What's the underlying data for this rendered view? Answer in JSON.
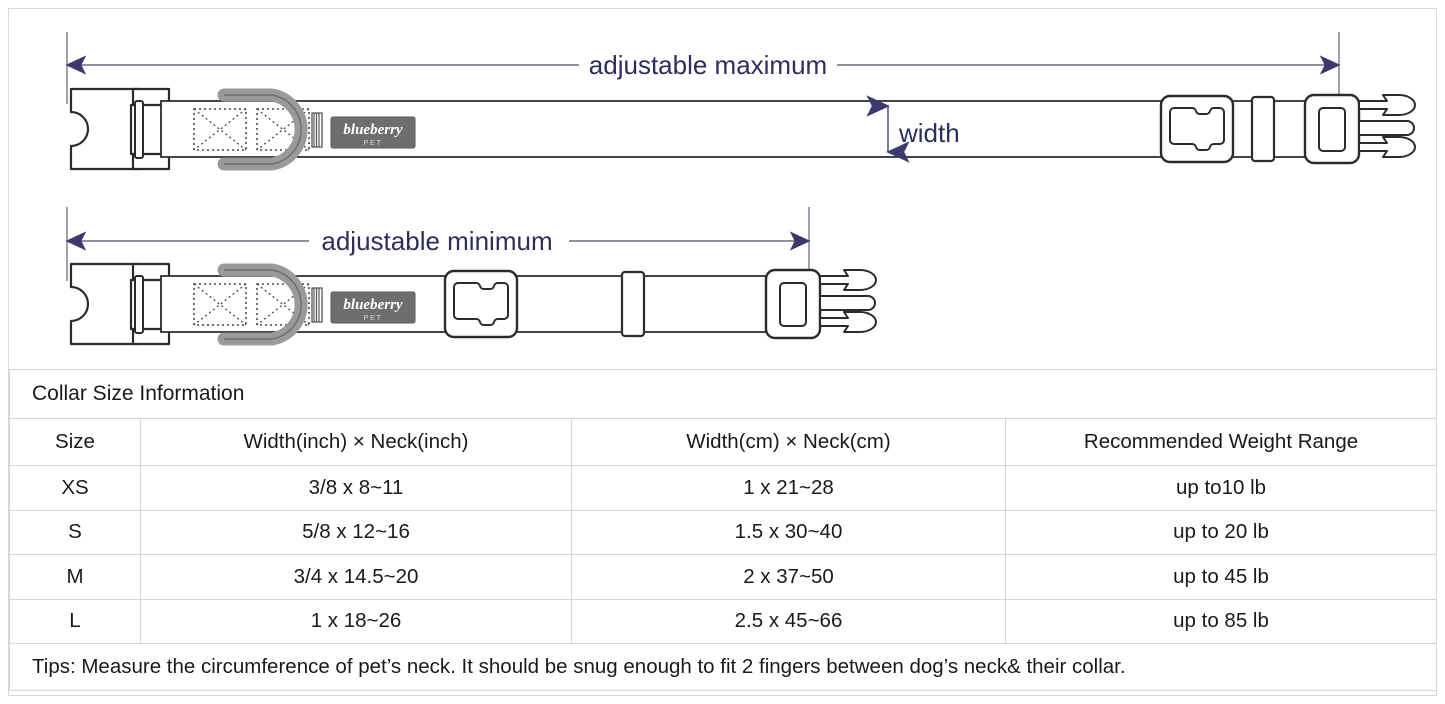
{
  "diagram": {
    "top": {
      "dimension_label": "adjustable maximum",
      "width_label": "width",
      "brand_label_primary": "blueberry",
      "brand_label_secondary": "PET"
    },
    "bottom": {
      "dimension_label": "adjustable minimum",
      "brand_label_primary": "blueberry",
      "brand_label_secondary": "PET"
    },
    "colors": {
      "dimension_line": "#3b3b6b",
      "dimension_text": "#2e2e5c",
      "outline": "#2b2b2b",
      "hardware_fill": "#ffffff",
      "ring_gray": "#9a9a9a",
      "brand_box": "#6e6e6e"
    }
  },
  "table": {
    "title": "Collar Size Information",
    "headers": [
      "Size",
      "Width(inch)  ×  Neck(inch)",
      "Width(cm)  ×  Neck(cm)",
      "Recommended Weight Range"
    ],
    "rows": [
      {
        "size": "XS",
        "inch": "3/8 x 8~11",
        "cm": "1 x 21~28",
        "weight": "up to10 lb"
      },
      {
        "size": "S",
        "inch": "5/8 x 12~16",
        "cm": "1.5 x 30~40",
        "weight": "up to 20 lb"
      },
      {
        "size": "M",
        "inch": "3/4 x 14.5~20",
        "cm": "2 x 37~50",
        "weight": "up to 45 lb"
      },
      {
        "size": "L",
        "inch": "1 x 18~26",
        "cm": "2.5 x 45~66",
        "weight": "up to 85 lb"
      }
    ],
    "tips": "Tips: Measure the circumference of pet’s neck. It should be snug enough to fit 2 fingers between dog’s neck& their collar.",
    "border_color": "#d6d6d6"
  }
}
